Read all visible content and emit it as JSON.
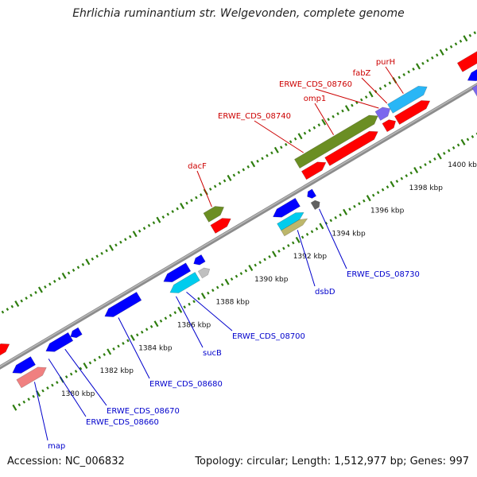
{
  "title": "Ehrlichia ruminantium str. Welgevonden, complete genome",
  "footer": {
    "accession": "Accession: NC_006832",
    "summary": "Topology: circular; Length: 1,512,977 bp; Genes: 997"
  },
  "colors": {
    "backbone": "#8c8c8c",
    "tick": "#2e7d0e",
    "label_forward": "#cc0000",
    "label_reverse": "#0000cc",
    "red": "#ff0000",
    "olive": "#6b8e23",
    "blue": "#0000ff",
    "cyan": "#00ccee",
    "sky": "#29b6f6",
    "purple": "#7b68ee",
    "gray": "#c0c0c0",
    "darkgray": "#606060",
    "pink": "#f08080",
    "tan": "#bdb76b"
  },
  "scale_labels": [
    "1380 kbp",
    "1382 kbp",
    "1384 kbp",
    "1386 kbp",
    "1388 kbp",
    "1390 kbp",
    "1392 kbp",
    "1394 kbp",
    "1396 kbp",
    "1398 kbp",
    "1400 kbp"
  ],
  "gene_labels_forward": [
    "dacF",
    "ERWE_CDS_08740",
    "omp1",
    "ERWE_CDS_08760",
    "fabZ",
    "purH"
  ],
  "gene_labels_reverse": [
    "ERWE_CDS_08730",
    "dsbD",
    "ERWE_CDS_08700",
    "sucB",
    "ERWE_CDS_08680",
    "ERWE_CDS_08670",
    "ERWE_CDS_08660",
    "map"
  ]
}
